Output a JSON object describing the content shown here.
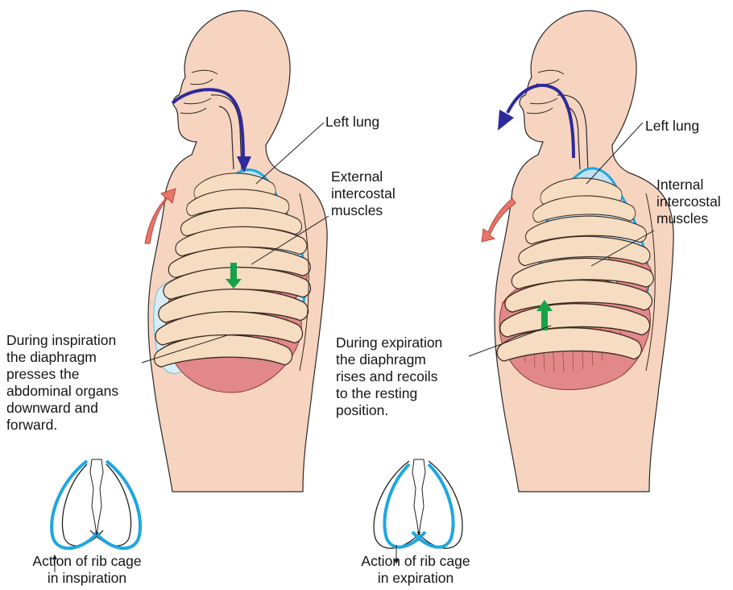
{
  "left_panel": {
    "lung_label": "Left lung",
    "muscles_label": "External\nintercostal\nmuscles",
    "diaphragm_note": "During inspiration\nthe diaphragm\npresses the\nabdominal organs\ndownward and\nforward.",
    "ribcage_caption": "Action of rib cage\nin inspiration"
  },
  "right_panel": {
    "lung_label": "Left lung",
    "muscles_label": "Internal\nintercostal\nmuscles",
    "diaphragm_note": "During expiration\nthe diaphragm\nrises and recoils\nto the resting\nposition.",
    "ribcage_caption": "Action of rib cage\nin expiration"
  },
  "colors": {
    "skin": "#f7d4c0",
    "skin_outline": "#2a2a2a",
    "lung_fill": "#bfe3f5",
    "lung_outline": "#1ea7e0",
    "rib_fill": "#f6dcc0",
    "muscle": "#e2888a",
    "airflow_arrow": "#2d2a9c",
    "movement_arrow": "#e9756a",
    "diaphragm_arrow": "#17a24a",
    "ribcage_highlight": "#1ea7e0"
  }
}
